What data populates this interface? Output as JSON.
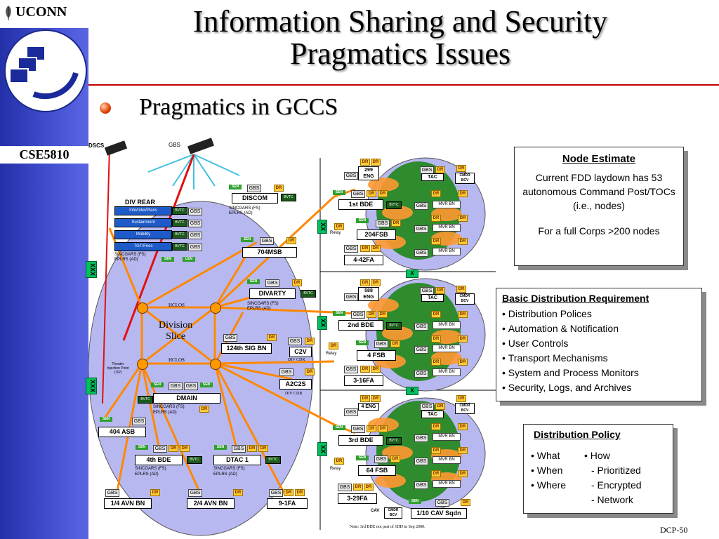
{
  "header": {
    "logo_text": "UCONN",
    "course": "CSE5810",
    "title_line1": "Information Sharing and Security",
    "title_line2": "Pragmatics Issues",
    "subtitle": "Pragmatics in GCCS",
    "page_number": "DCP-50"
  },
  "node_estimate": {
    "heading": "Node Estimate",
    "text1": "Current FDD laydown has 53 autonomous Command Post/TOCs (i.e., nodes)",
    "text2": "For a full Corps >200 nodes"
  },
  "basic_distribution": {
    "heading": "Basic Distribution Requirement",
    "items": [
      "Distribution Polices",
      "Automation & Notification",
      "User Controls",
      "Transport Mechanisms",
      "System and Process Monitors",
      "Security, Logs, and Archives"
    ]
  },
  "distribution_policy": {
    "heading": "Distribution Policy",
    "col1": [
      "What",
      "When",
      "Where"
    ],
    "col2": [
      "How",
      "- Prioritized",
      "- Encrypted",
      "- Network"
    ]
  },
  "diagram": {
    "dscs": "DSCS",
    "gbs_top": "GBS",
    "div_rear": "DIV REAR",
    "div_rear_items": [
      "Info/Intel/Plans",
      "Sustainment",
      "Mobility",
      "TGT/Fires"
    ],
    "sincgars": "SINCGARS (FS)",
    "eplrs": "EPLRS (AD)",
    "discom": "DISCOM",
    "msb": "704MSB",
    "divarty": "DIVARTY",
    "sig_bn": "124th SIG BN",
    "c2v": "C2V",
    "div_cdr": "DIV CDR",
    "a2c2s": "A2C2S",
    "dmain": "DMAIN",
    "asb": "404 ASB",
    "bde4": "4th BDE",
    "dtac1": "DTAC 1",
    "avn1": "1/4 AVN BN",
    "avn2": "2/4 AVN BN",
    "fa9": "9-1FA",
    "division_slice_1": "Division",
    "division_slice_2": "Slice",
    "hclos": "HCLOS",
    "theater": "Theater Injection Point (TIP)",
    "xxx": "XXX",
    "xx": "XX",
    "x": "X",
    "gbs": "GBS",
    "dr": "DR",
    "sen": "SEN",
    "len": "LEN",
    "bvtc": "BVTC",
    "relay": "Relay",
    "tac": "TAC",
    "cmdr": "CMDR",
    "bcv": "BCV",
    "mvr_bn": "MVR BN",
    "bde1": "1st BDE",
    "fsb204": "204FSB",
    "fa442": "4-42FA",
    "eng299": "299 ENG",
    "bde2": "2nd BDE",
    "fsb4": "4 FSB",
    "fa316": "3-16FA",
    "eng588": "588 ENG",
    "bde3": "3rd BDE",
    "fsb64": "64 FSB",
    "fa329": "3-29FA",
    "eng4": "4 ENG",
    "cav": "1/10 CAV Sqdn",
    "cav_label": "CAV",
    "note": "Note:  3rd BDE not part of 1DD in Sep 2000."
  }
}
